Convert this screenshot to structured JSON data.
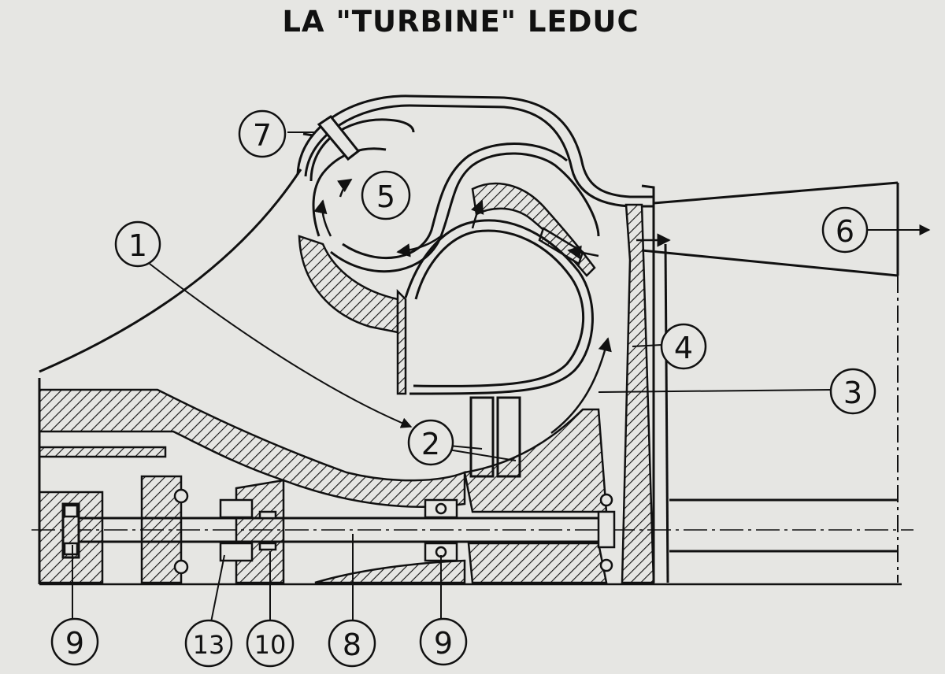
{
  "title": "LA \"TURBINE\" LEDUC",
  "callouts": {
    "c1": "1",
    "c2": "2",
    "c3": "3",
    "c4": "4",
    "c5": "5",
    "c6": "6",
    "c7": "7",
    "c8": "8",
    "c9a": "9",
    "c9b": "9",
    "c10": "10",
    "c13": "13"
  },
  "colors": {
    "background": "#e6e6e3",
    "ink": "#111111"
  }
}
